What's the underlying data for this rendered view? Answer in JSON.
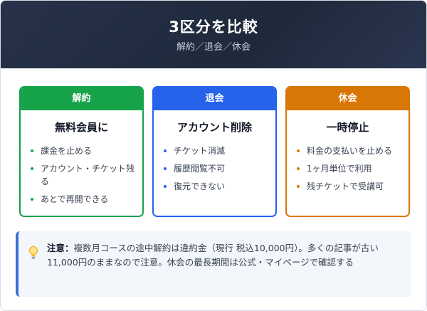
{
  "header": {
    "title": "3区分を比較",
    "subtitle": "解約／退会／休会"
  },
  "cards": [
    {
      "label": "解約",
      "main": "無料会員に",
      "color": "#16a34a",
      "items": [
        "課金を止める",
        "アカウント・チケット残る",
        "あとで再開できる"
      ]
    },
    {
      "label": "退会",
      "main": "アカウント削除",
      "color": "#2563eb",
      "items": [
        "チケット消滅",
        "履歴閲覧不可",
        "復元できない"
      ]
    },
    {
      "label": "休会",
      "main": "一時停止",
      "color": "#d97706",
      "items": [
        "料金の支払いを止める",
        "1ヶ月単位で利用",
        "残チケットで受講可"
      ]
    }
  ],
  "note": {
    "icon": "lightbulb-icon",
    "label": "注意：",
    "text": "複数月コースの途中解約は違約金（現行 税込10,000円）。多くの記事が古い11,000円のままなので注意。休会の最長期間は公式・マイページで確認する"
  }
}
